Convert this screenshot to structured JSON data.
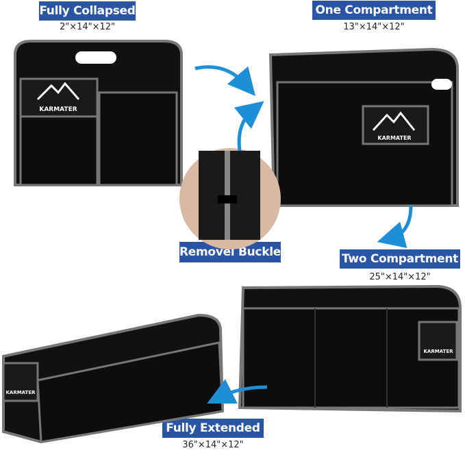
{
  "accent": "#2a55a5",
  "brand": "KARMATER",
  "states": [
    {
      "label": "Fully Collapsed",
      "dims": "2\"×14\"×12\""
    },
    {
      "label": "One Compartment",
      "dims": "13\"×14\"×12\""
    },
    {
      "label": "Removel Buckle"
    },
    {
      "label": "Two Compartment",
      "dims": "25\"×14\"×12\""
    },
    {
      "label": "Fully Extended",
      "dims": "36\"×14\"×12\""
    }
  ]
}
